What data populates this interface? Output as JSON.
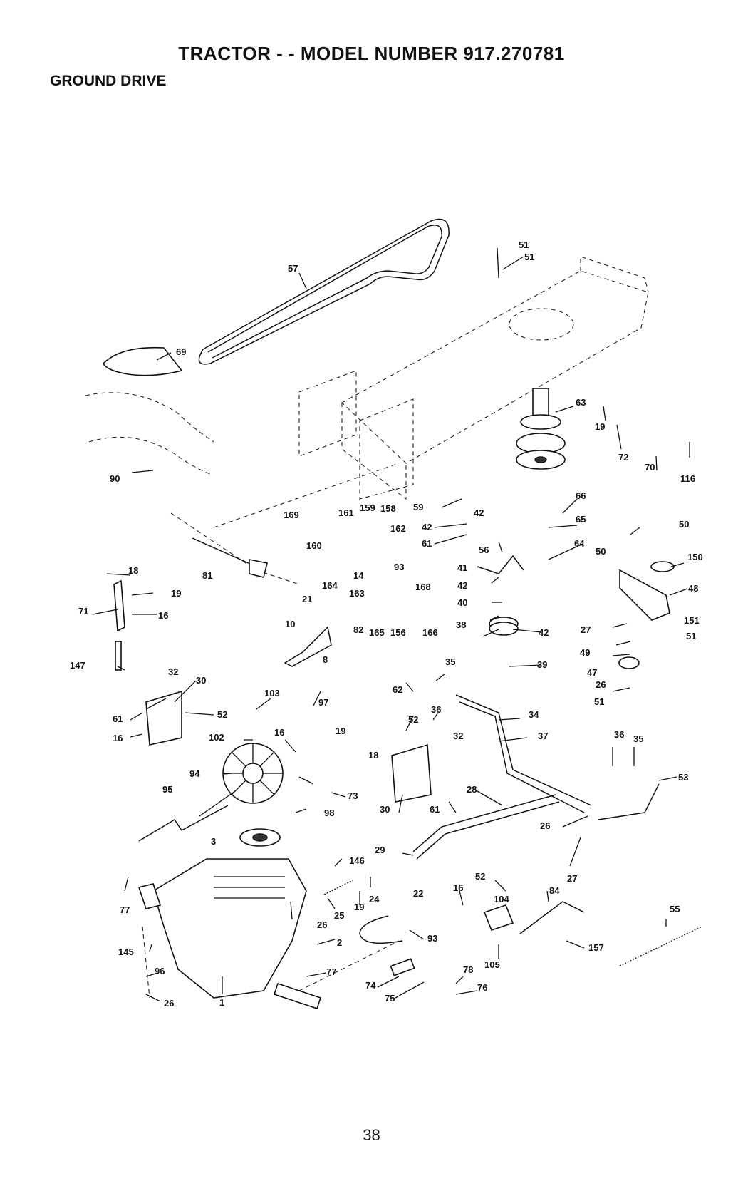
{
  "header": {
    "title": "TRACTOR - - MODEL NUMBER 917.270781",
    "section": "GROUND DRIVE"
  },
  "footer": {
    "page_number": "38"
  },
  "parts": {
    "p57": "57",
    "p51a": "51",
    "p51b": "51",
    "p69": "69",
    "p90": "90",
    "p63": "63",
    "p19a": "19",
    "p72": "72",
    "p70": "70",
    "p116": "116",
    "p59": "59",
    "p42a": "42",
    "p61a": "61",
    "p42b": "42",
    "p56": "56",
    "p66": "66",
    "p65": "65",
    "p64": "64",
    "p41": "41",
    "p42c": "42",
    "p40": "40",
    "p38": "38",
    "p42d": "42",
    "p39": "39",
    "p50a": "50",
    "p50b": "50",
    "p150": "150",
    "p48": "48",
    "p27a": "27",
    "p151": "151",
    "p51c": "51",
    "p49": "49",
    "p47": "47",
    "p26a": "26",
    "p51d": "51",
    "p161": "161",
    "p159": "159",
    "p158": "158",
    "p169": "169",
    "p160": "160",
    "p162": "162",
    "p81": "81",
    "p18a": "18",
    "p19b": "19",
    "p71": "71",
    "p16a": "16",
    "p164": "164",
    "p14": "14",
    "p93a": "93",
    "p163": "163",
    "p168": "168",
    "p21": "21",
    "p10": "10",
    "p82": "82",
    "p165": "165",
    "p156": "156",
    "p166": "166",
    "p8": "8",
    "p147": "147",
    "p32a": "32",
    "p30a": "30",
    "p61b": "61",
    "p52a": "52",
    "p16b": "16",
    "p103": "103",
    "p97": "97",
    "p102": "102",
    "p16c": "16",
    "p19c": "19",
    "p18b": "18",
    "p94": "94",
    "p73": "73",
    "p98": "98",
    "p62": "62",
    "p35a": "35",
    "p36a": "36",
    "p34": "34",
    "p37": "37",
    "p52b": "52",
    "p32b": "32",
    "p30b": "30",
    "p61c": "61",
    "p36b": "36",
    "p35b": "35",
    "p53": "53",
    "p95": "95",
    "p3": "3",
    "p28": "28",
    "p26b": "26",
    "p29": "29",
    "p146": "146",
    "p22": "22",
    "p24": "24",
    "p19d": "19",
    "p25": "25",
    "p26c": "26",
    "p27b": "27",
    "p16d": "16",
    "p52c": "52",
    "p104": "104",
    "p84": "84",
    "p77a": "77",
    "p145": "145",
    "p93b": "93",
    "p2": "2",
    "p55": "55",
    "p157": "157",
    "p105": "105",
    "p96": "96",
    "p77b": "77",
    "p78": "78",
    "p74": "74",
    "p75": "75",
    "p76": "76",
    "p26d": "26",
    "p1": "1"
  }
}
